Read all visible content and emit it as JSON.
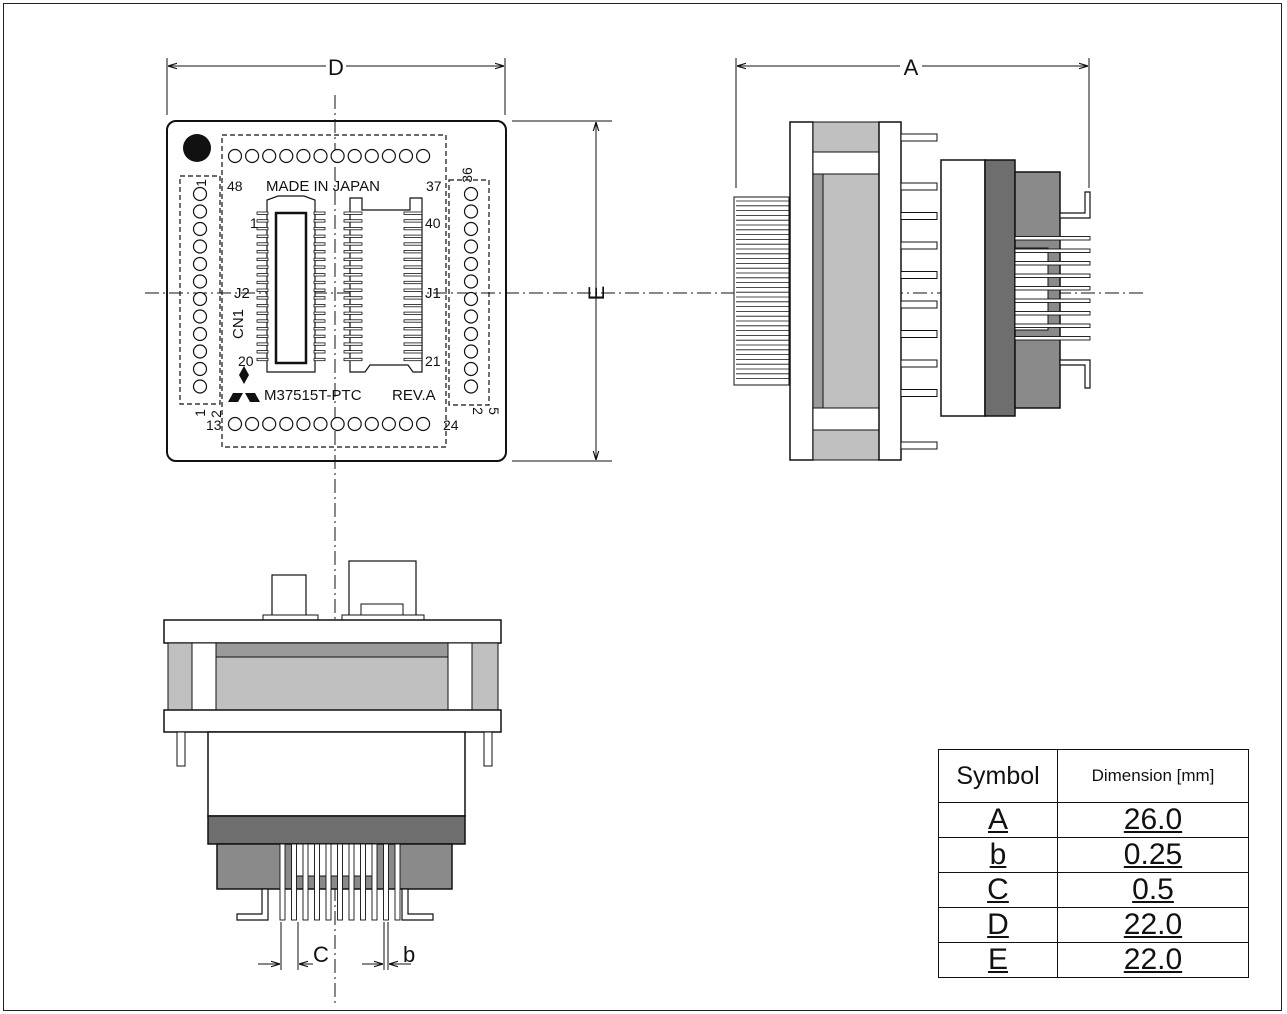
{
  "top_view": {
    "dim_width_label": "D",
    "dim_height_label": "E",
    "marking_made_in": "MADE IN JAPAN",
    "marking_part": "M37515T-PTC",
    "marking_rev": "REV.A",
    "label_cn1": "CN1",
    "label_j1": "J1",
    "label_j2": "J2",
    "pin_48": "48",
    "pin_37": "37",
    "pin_36": "36",
    "pin_1_top": "1",
    "pin_40": "40",
    "pin_20": "20",
    "pin_21": "21",
    "pin_1_left": "1",
    "pin_1_bottom": "1",
    "pin_2_left": "2",
    "pin_13": "13",
    "pin_24": "24",
    "pin_2_right": "2",
    "pin_5": "5"
  },
  "side_view": {
    "dim_length_label": "A"
  },
  "front_view": {
    "pitch_label": "C",
    "lead_width_label": "b"
  },
  "dimension_table": {
    "header_symbol": "Symbol",
    "header_dimension": "Dimension [mm]",
    "rows": [
      {
        "symbol": "A",
        "value": "26.0"
      },
      {
        "symbol": "b",
        "value": "0.25"
      },
      {
        "symbol": "C",
        "value": "0.5"
      },
      {
        "symbol": "D",
        "value": "22.0"
      },
      {
        "symbol": "E",
        "value": "22.0"
      }
    ]
  },
  "colors": {
    "light_gray": "#c0c0c0",
    "mid_gray": "#8a8a8a",
    "dark_gray": "#6e6e6e",
    "line": "#111111"
  }
}
